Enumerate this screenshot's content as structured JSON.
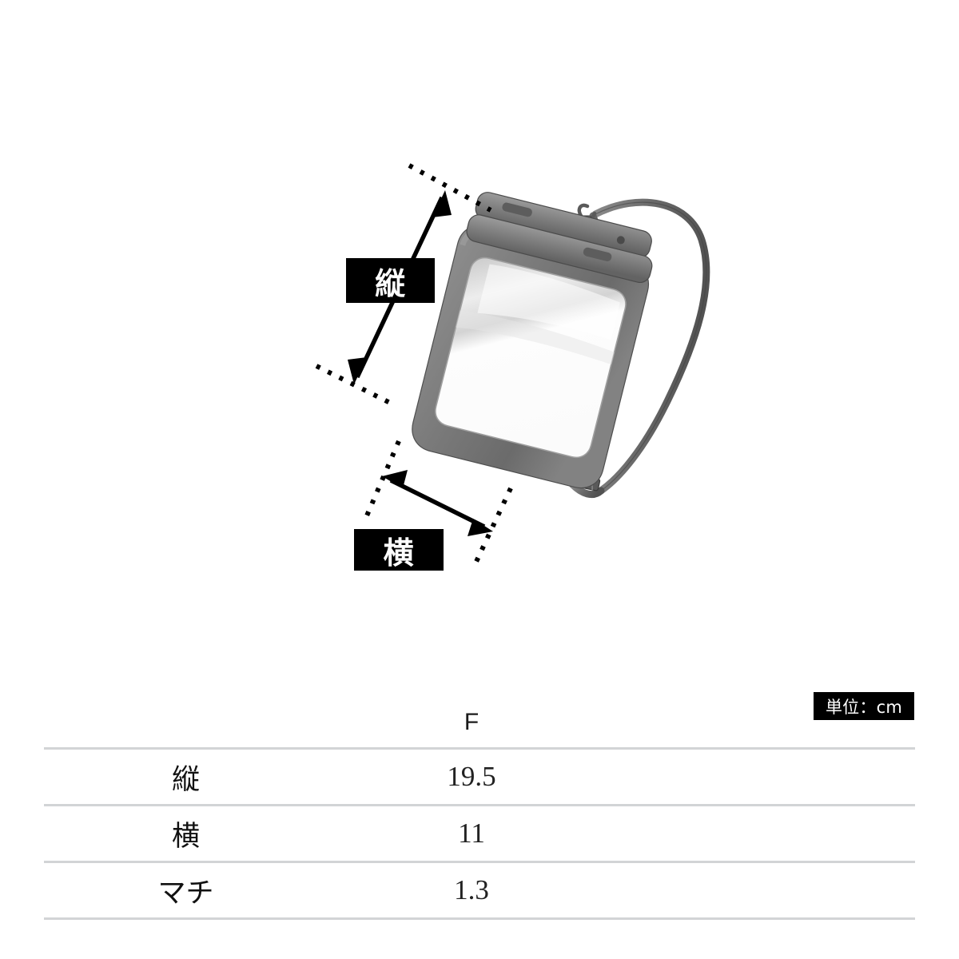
{
  "product": {
    "name": "waterproof-phone-pouch",
    "colors": {
      "body": "#7a7a7a",
      "body_dark": "#5c5c5c",
      "body_light": "#9a9a9a",
      "window": "#fbfbfb",
      "window_tint": "#dcdcdc",
      "strap": "#6e6e6e",
      "outline": "#000000"
    }
  },
  "annotations": {
    "height_label": "縦",
    "width_label": "横"
  },
  "unit_badge": {
    "text": "単位：cm"
  },
  "size_table": {
    "columns": [
      "",
      "F"
    ],
    "rows": [
      {
        "label": "縦",
        "value": "19.5"
      },
      {
        "label": "横",
        "value": "11"
      },
      {
        "label": "マチ",
        "value": "1.3"
      }
    ]
  }
}
